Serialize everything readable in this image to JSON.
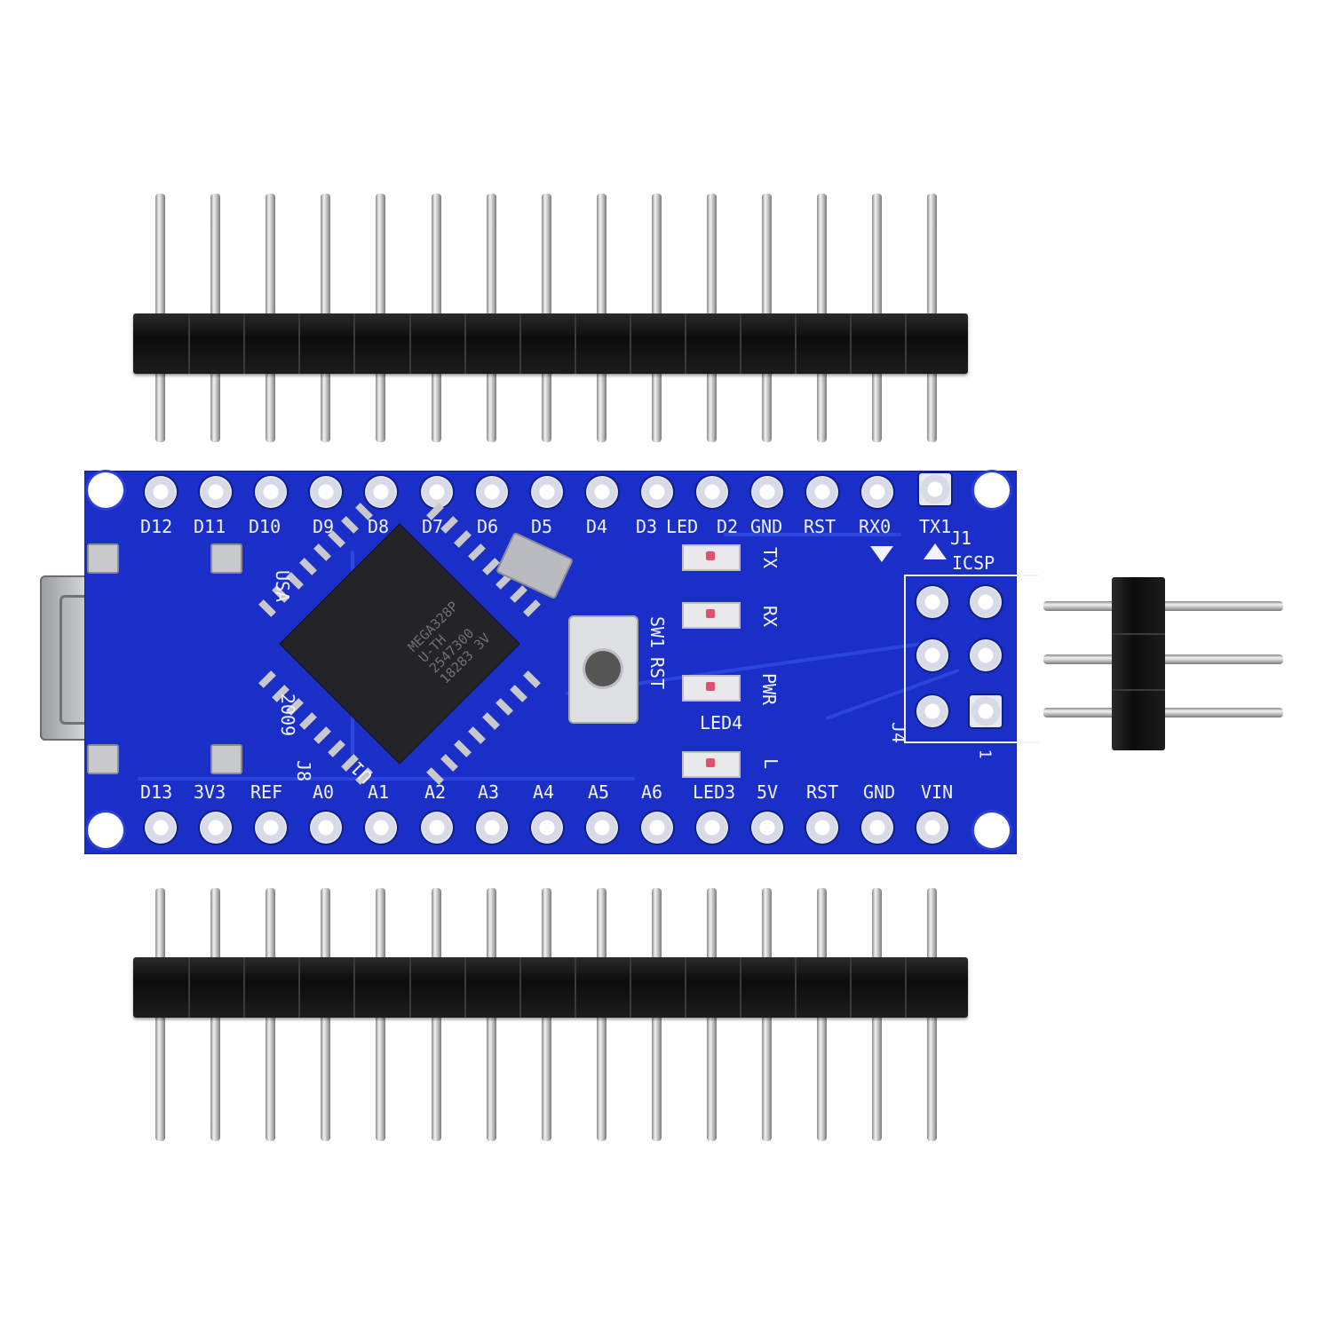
{
  "colors": {
    "board": "#1a2fc7",
    "silkscreen": "#f2f3ff",
    "header_plastic": "#111111",
    "pin_metal": "#d8d8d8",
    "background": "#ffffff"
  },
  "board": {
    "top_row_labels": [
      "D12",
      "D11",
      "D10",
      "D9",
      "D8",
      "D7",
      "D6",
      "D5",
      "D4",
      "D3",
      "LED",
      "D2",
      "GND",
      "RST",
      "RX0",
      "TX1"
    ],
    "bottom_row_labels": [
      "D13",
      "3V3",
      "REF",
      "A0",
      "A1",
      "A2",
      "A3",
      "A4",
      "A5",
      "A6",
      "LED3",
      "5V",
      "RST",
      "GND",
      "VIN"
    ],
    "led_labels": [
      "TX",
      "RX",
      "PWR",
      "L"
    ],
    "misc_labels": {
      "usa": "USA",
      "year": "2009",
      "j1": "J1",
      "icsp": "ICSP",
      "j4": "J4",
      "one": "1",
      "sw1": "SW1",
      "rst": "RST",
      "led4": "LED4",
      "u1": "U1",
      "j8": "J8"
    },
    "chip_marking": "MEGA328P\nU-TH\n2547300\n18283 3V"
  },
  "headers": {
    "top_pin_count": 15,
    "bottom_pin_count": 15,
    "icsp_pin_count": 3
  }
}
